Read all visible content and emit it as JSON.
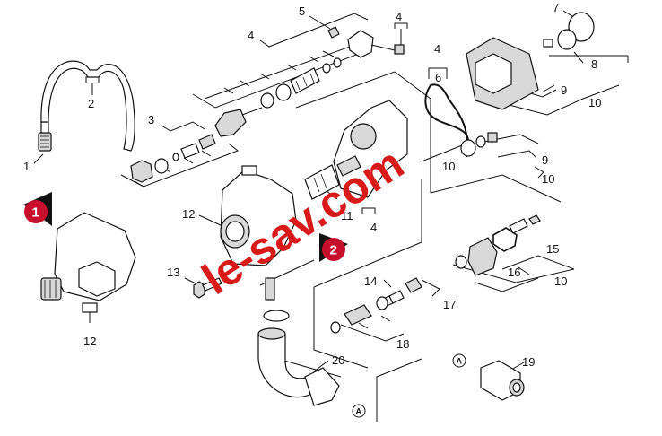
{
  "labels": {
    "l1": "1",
    "l2": "2",
    "l3": "3",
    "l4a": "4",
    "l4b": "4",
    "l4c": "4",
    "l4d": "4",
    "l5": "5",
    "l6": "6",
    "l7": "7",
    "l8": "8",
    "l9a": "9",
    "l9b": "9",
    "l10a": "10",
    "l10b": "10",
    "l10c": "10",
    "l10d": "10",
    "l10e": "10",
    "l11": "11",
    "l12a": "12",
    "l12b": "12",
    "l13": "13",
    "l14": "14",
    "l15": "15",
    "l16": "16",
    "l17": "17",
    "l18": "18",
    "l19": "19",
    "l20": "20"
  },
  "badges": {
    "b1": "1",
    "b2": "2"
  },
  "connector_markers": {
    "a1": "A",
    "a2": "A"
  },
  "watermark": "le-sav.com",
  "colors": {
    "badge": "#c8102e",
    "watermark": "#d91a1a",
    "line": "#111111"
  }
}
